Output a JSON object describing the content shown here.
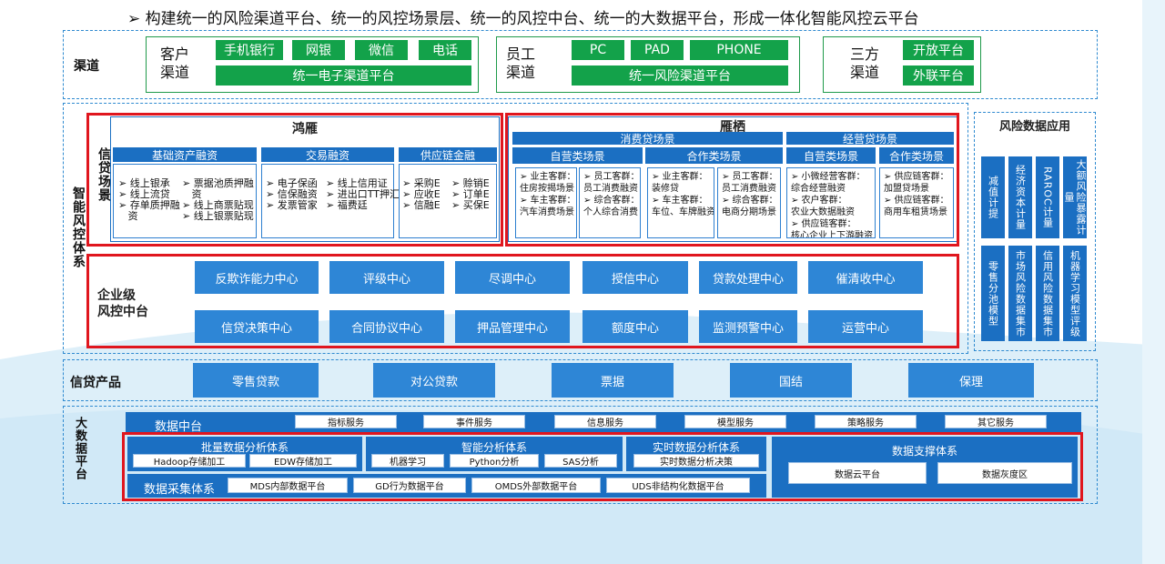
{
  "title": "➢  构建统一的风险渠道平台、统一的风控场景层、统一的风控中台、统一的大数据平台，形成一体化智能风控云平台",
  "colors": {
    "green": "#13a24a",
    "blue": "#1b6fc2",
    "red": "#e0161e",
    "dash": "#2f8ad0"
  },
  "channel": {
    "label": "渠道",
    "customer": {
      "label": "客户\n渠道",
      "buttons": [
        "手机银行",
        "网银",
        "微信",
        "电话"
      ],
      "platform": "统一电子渠道平台"
    },
    "staff": {
      "label": "员工\n渠道",
      "buttons": [
        "PC",
        "PAD",
        "PHONE"
      ],
      "platform": "统一风险渠道平台"
    },
    "third": {
      "label": "三方\n渠道",
      "buttons": [
        "开放平台",
        "外联平台"
      ]
    }
  },
  "intelligent": {
    "system_label": "智能风控体系",
    "scene_label": "信贷场景",
    "hongyan": {
      "title": "鸿雁",
      "sections": [
        {
          "title": "基础资产融资",
          "left": "➢ 线上银承\n➢ 线上流贷\n➢ 存单质押融\n   资",
          "right": "➢ 票据池质押融\n   资\n➢ 线上商票贴现\n➢ 线上银票贴现"
        },
        {
          "title": "交易融资",
          "left": "➢ 电子保函\n➢ 信保融资\n➢ 发票管家",
          "right": "➢ 线上信用证\n➢ 进出口TT押汇\n➢ 福费廷"
        },
        {
          "title": "供应链金融",
          "left": "➢ 采购E\n➢ 应收E\n➢ 信融E",
          "right": "➢ 赊销E\n➢ 订单E\n➢ 买保E"
        }
      ]
    },
    "yanqi": {
      "title": "雁栖",
      "consumer": {
        "title": "消费贷场景",
        "self": {
          "title": "自营类场景",
          "a": "➢ 业主客群：\n住房按揭场景\n➢ 车主客群：\n汽车消费场景",
          "b": "➢ 员工客群：\n员工消费融资\n➢ 综合客群：\n个人综合消费"
        },
        "coop": {
          "title": "合作类场景",
          "a": "➢ 业主客群：\n装修贷\n➢ 车主客群：\n车位、车牌融资",
          "b": "➢ 员工客群：\n员工消费融资\n➢ 综合客群：\n电商分期场景"
        }
      },
      "business": {
        "title": "经营贷场景",
        "self": {
          "title": "自营类场景",
          "a": "➢ 小微经营客群：\n综合经营融资\n➢ 农户客群：\n农业大数据融资\n➢ 供应链客群：\n核心企业上下游融资"
        },
        "coop": {
          "title": "合作类场景",
          "a": "➢ 供应链客群：\n加盟贷场景\n➢ 供应链客群：\n商用车租赁场景"
        }
      }
    },
    "center_label": "企业级\n风控中台",
    "centers_row1": [
      "反欺诈能力中心",
      "评级中心",
      "尽调中心",
      "授信中心",
      "贷款处理中心",
      "催清收中心"
    ],
    "centers_row2": [
      "信贷决策中心",
      "合同协议中心",
      "押品管理中心",
      "额度中心",
      "监测预警中心",
      "运营中心"
    ]
  },
  "risk_data": {
    "title": "风险数据应用",
    "row1": [
      "减值计提",
      "经济资本计量",
      "RAROC计量",
      "大额风险暴露计量"
    ],
    "row2": [
      "零售分池模型",
      "市场风险数据集市",
      "信用风险数据集市",
      "机器学习模型评级"
    ]
  },
  "products": {
    "label": "信贷产品",
    "items": [
      "零售贷款",
      "对公贷款",
      "票据",
      "国结",
      "保理"
    ]
  },
  "bigdata": {
    "label": "大数据平台",
    "middle": {
      "title": "数据中台",
      "items": [
        "指标服务",
        "事件服务",
        "信息服务",
        "模型服务",
        "策略服务",
        "其它服务"
      ]
    },
    "batch": {
      "title": "批量数据分析体系",
      "items": [
        "Hadoop存储加工",
        "EDW存储加工"
      ]
    },
    "smart": {
      "title": "智能分析体系",
      "items": [
        "机器学习",
        "Python分析",
        "SAS分析"
      ]
    },
    "realtime": {
      "title": "实时数据分析体系",
      "items": [
        "实时数据分析决策"
      ]
    },
    "collect": {
      "title": "数据采集体系",
      "items": [
        "MDS内部数据平台",
        "GD行为数据平台",
        "OMDS外部数据平台",
        "UDS非结构化数据平台"
      ]
    },
    "support": {
      "title": "数据支撑体系",
      "items": [
        "数据云平台",
        "数据灰度区"
      ]
    }
  }
}
